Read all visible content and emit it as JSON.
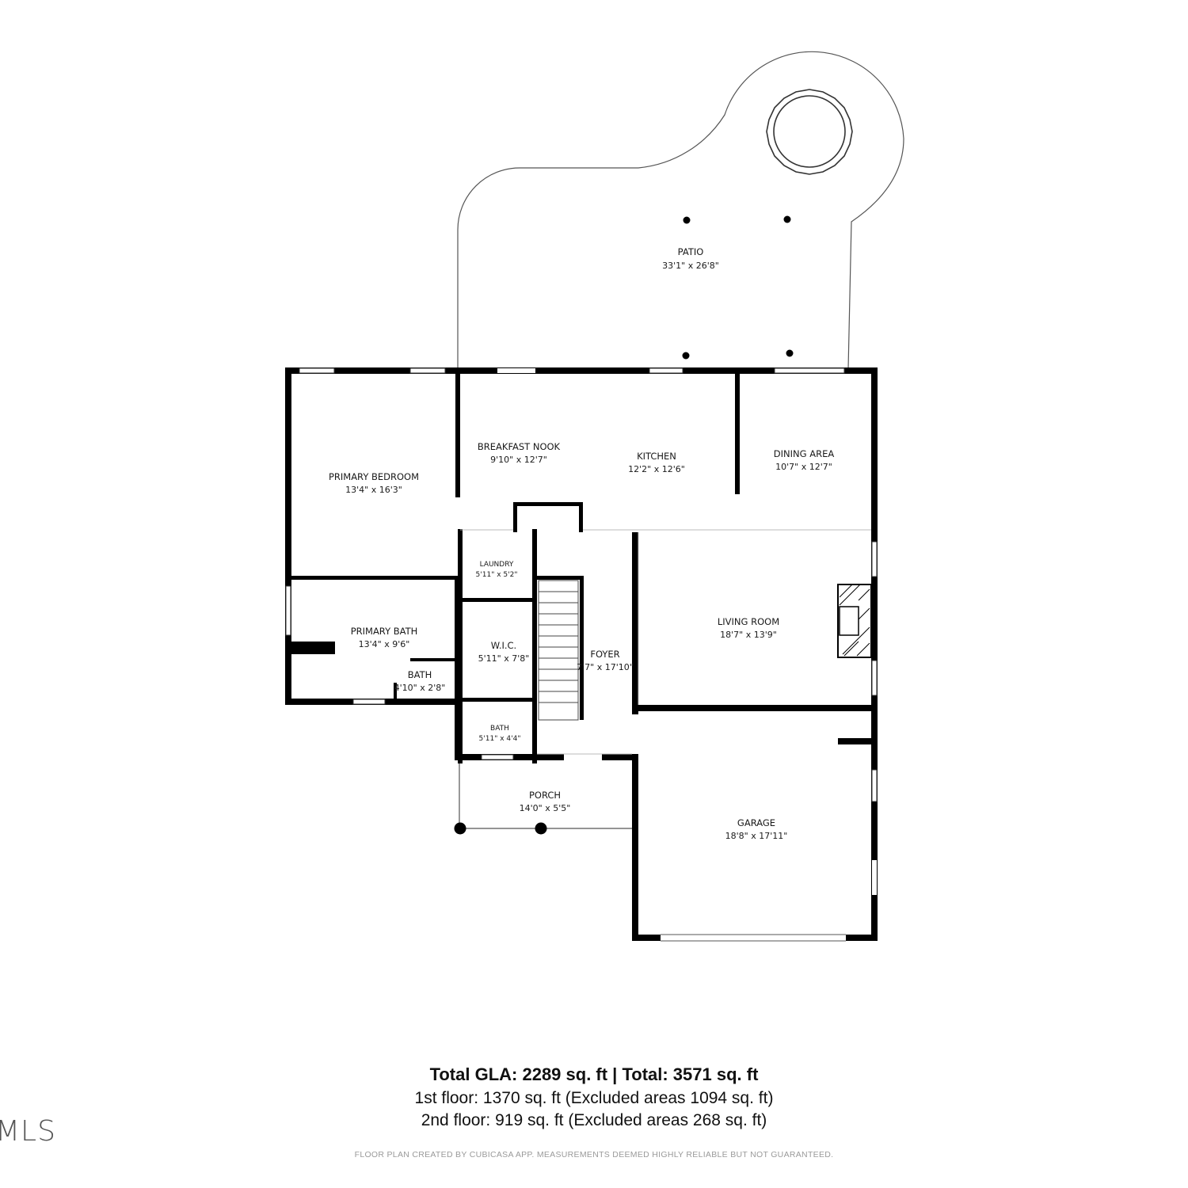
{
  "rooms": {
    "patio": {
      "name": "PATIO",
      "dim": "33'1\" x 26'8\""
    },
    "breakfast_nook": {
      "name": "BREAKFAST NOOK",
      "dim": "9'10\" x 12'7\""
    },
    "kitchen": {
      "name": "KITCHEN",
      "dim": "12'2\" x 12'6\""
    },
    "dining_area": {
      "name": "DINING AREA",
      "dim": "10'7\" x 12'7\""
    },
    "primary_bedroom": {
      "name": "PRIMARY BEDROOM",
      "dim": "13'4\" x 16'3\""
    },
    "laundry": {
      "name": "LAUNDRY",
      "dim": "5'11\" x 5'2\""
    },
    "primary_bath": {
      "name": "PRIMARY BATH",
      "dim": "13'4\" x 9'6\""
    },
    "wic": {
      "name": "W.I.C.",
      "dim": "5'11\" x 7'8\""
    },
    "foyer": {
      "name": "FOYER",
      "dim": "7'7\" x 17'10\""
    },
    "living_room": {
      "name": "LIVING ROOM",
      "dim": "18'7\" x 13'9\""
    },
    "bath_small": {
      "name": "BATH",
      "dim": "4'10\" x 2'8\""
    },
    "bath_half": {
      "name": "BATH",
      "dim": "5'11\" x 4'4\""
    },
    "porch": {
      "name": "PORCH",
      "dim": "14'0\" x 5'5\""
    },
    "garage": {
      "name": "GARAGE",
      "dim": "18'8\" x 17'11\""
    }
  },
  "summary": {
    "title": "Total GLA: 2289 sq. ft | Total: 3571 sq. ft",
    "first_floor": "1st floor: 1370 sq. ft (Excluded areas 1094 sq. ft)",
    "second_floor": "2nd floor: 919 sq. ft (Excluded areas 268 sq. ft)",
    "footer": "FLOOR PLAN CREATED BY CUBICASA APP. MEASUREMENTS DEEMED HIGHLY RELIABLE BUT NOT GUARANTEED."
  },
  "watermark": "MLS",
  "colors": {
    "wall": "#000000",
    "window": "#ffffff",
    "thin_line": "#555555",
    "text": "#1a1a1a"
  }
}
